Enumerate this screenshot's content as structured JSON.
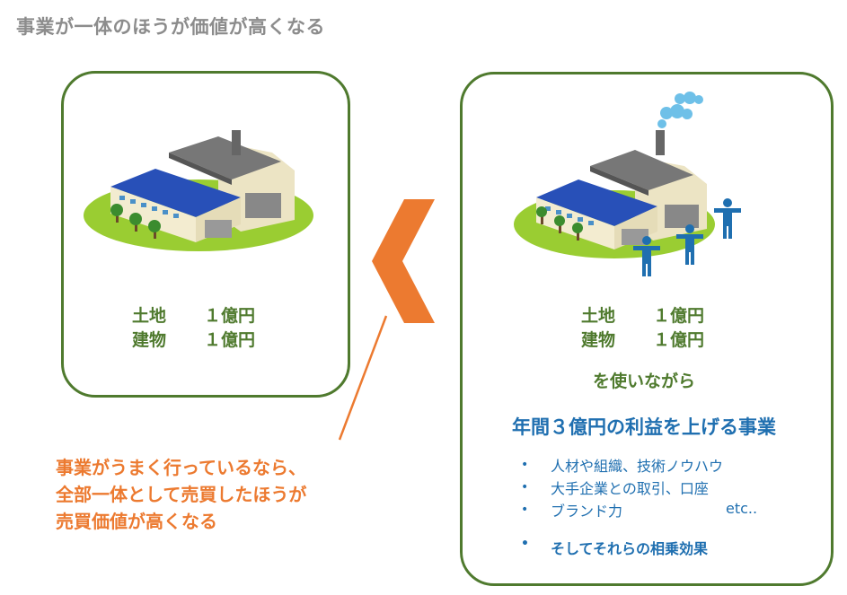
{
  "title": "事業が一体のほうが価値が高くなる",
  "left_box": {
    "assets": [
      {
        "name": "土地",
        "value": "１億円"
      },
      {
        "name": "建物",
        "value": "１億円"
      }
    ]
  },
  "right_box": {
    "assets": [
      {
        "name": "土地",
        "value": "１億円"
      },
      {
        "name": "建物",
        "value": "１億円"
      }
    ],
    "while_text": "を使いながら",
    "business_text": "年間３億円の利益を上げる事業",
    "bullets": [
      "人材や組織、技術ノウハウ",
      "大手企業との取引、口座",
      "ブランド力"
    ],
    "etc": "etc..",
    "synergy": "そしてそれらの相乗効果"
  },
  "conclusion_lines": [
    "事業がうまく行っているなら、",
    "全部一体として売買したほうが",
    "売買価値が高くなる"
  ],
  "colors": {
    "green": "#4f7a2e",
    "blue": "#1f6fb0",
    "orange": "#ec7a30",
    "title_gray": "#8c8c8c"
  }
}
